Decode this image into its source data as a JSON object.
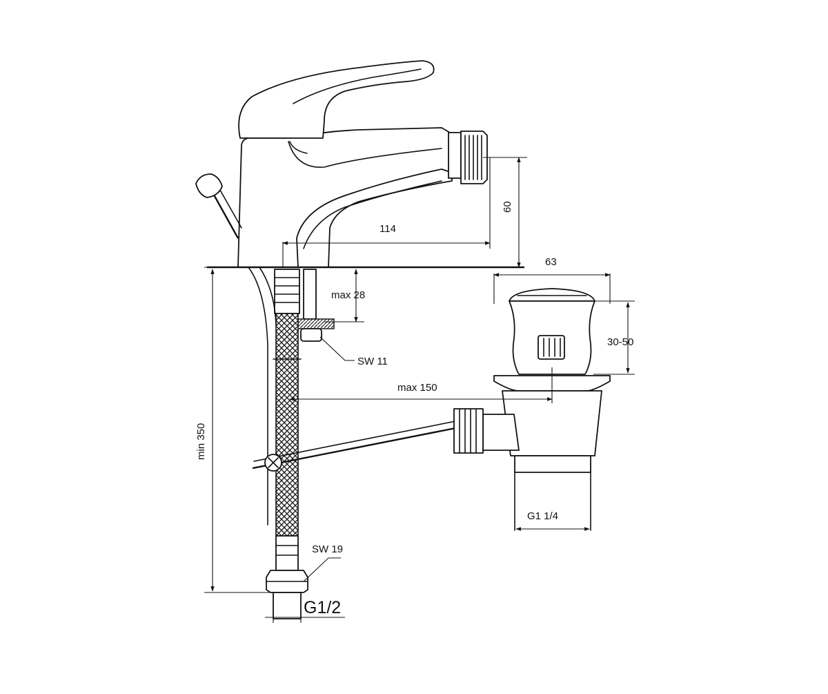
{
  "dimensions": {
    "spout_reach": "114",
    "spout_height": "60",
    "max_deck_thickness": "max 28",
    "nut_wrench_size": "SW 11",
    "min_hose_length": "min 350",
    "max_rod_length": "max 150",
    "drain_width": "63",
    "drain_thickness_range": "30-50",
    "drain_thread": "G1 1/4",
    "hose_nut_wrench_size": "SW 19",
    "inlet_thread": "G1/2"
  },
  "colors": {
    "line": "#111111",
    "background": "#ffffff"
  }
}
